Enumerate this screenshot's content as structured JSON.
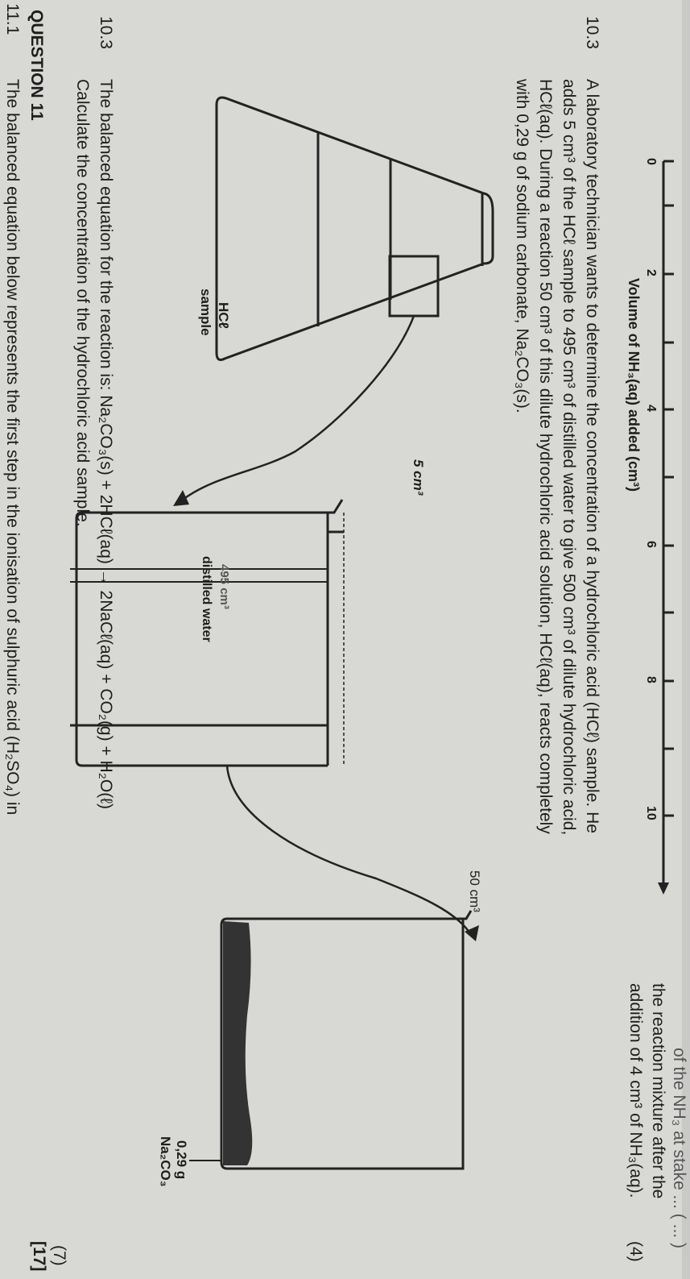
{
  "top_partial": "of the NH₃ at stake ... ( ... )",
  "intro_lines": [
    "the reaction mixture after the",
    "addition of 4 cm³ of NH₃(aq)."
  ],
  "intro_marks": "(4)",
  "axis": {
    "ticks": [
      "0",
      "2",
      "4",
      "6",
      "8",
      "10"
    ],
    "label": "Volume of NH₃(aq) added (cm³)"
  },
  "q103a": {
    "number": "10.3",
    "lines": [
      "A laboratory technician wants to determine the concentration of a hydrochloric acid (HCℓ) sample. He",
      "adds 5 cm³ of the HCℓ sample to 495 cm³ of distilled water to give 500 cm³ of dilute hydrochloric acid,",
      "HCℓ(aq). During a reaction 50 cm³ of this dilute hydrochloric acid solution, HCℓ(aq), reacts completely",
      "with 0,29 g of sodium carbonate, Na₂CO₃(s)."
    ]
  },
  "diagram": {
    "flask_label_1": "HCℓ",
    "flask_label_2": "sample",
    "transfer_1": "5 cm³",
    "beaker_volume": "495 cm³",
    "beaker_label": "distilled water",
    "transfer_2": "50 cm³",
    "mass_label": "0,29 g",
    "compound_label": "Na₂CO₃"
  },
  "q103b": {
    "number": "10.3",
    "line1": "The balanced equation for the reaction is: Na₂CO₃(s) + 2HCℓ(aq)  →  2NaCℓ(aq) + CO₂(g) + H₂O(ℓ)",
    "line2": "Calculate the concentration of the hydrochloric acid sample.",
    "marks": "(7)",
    "total": "[17]"
  },
  "question11": {
    "heading": "QUESTION 11",
    "number": "11.1",
    "text": "The balanced equation below represents the first step in the ionisation of sulphuric acid (H₂SO₄) in"
  }
}
